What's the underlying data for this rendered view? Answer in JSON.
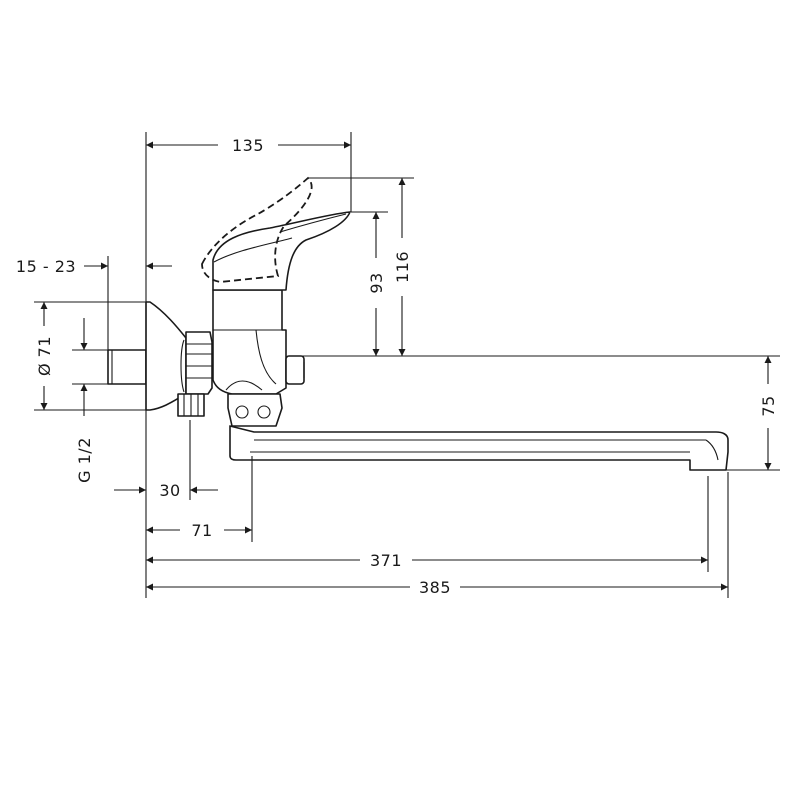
{
  "dimensions": {
    "width_top": "135",
    "height_lever_tip": "93",
    "height_lever_raised": "116",
    "wall_range": "15 - 23",
    "flange_diameter": "Ø 71",
    "thread": "G 1/2",
    "inlet_offset": "30",
    "body_offset": "71",
    "spout_to_outlet": "371",
    "spout_total": "385",
    "spout_drop": "75"
  },
  "colors": {
    "line": "#1a1a1a",
    "background": "#ffffff"
  }
}
